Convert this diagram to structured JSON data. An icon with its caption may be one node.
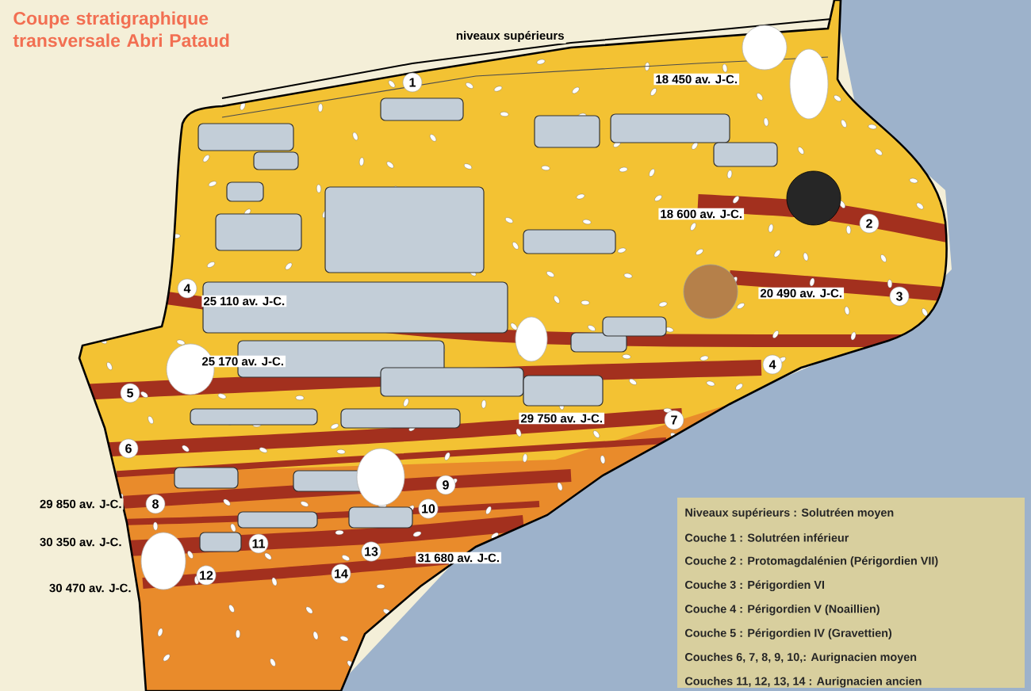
{
  "diagram": {
    "title": "Coupe stratigraphique transversale Abri Pataud",
    "nodes": [
      {
        "text": [
          "1"
        ]
      },
      {
        "text": [
          "2"
        ]
      },
      {
        "text": [
          "3"
        ]
      },
      {
        "text": [
          "4"
        ]
      },
      {
        "text": [
          "4"
        ]
      },
      {
        "text": [
          "5"
        ]
      },
      {
        "text": [
          "6"
        ]
      },
      {
        "text": [
          "7"
        ]
      },
      {
        "text": [
          "8"
        ]
      },
      {
        "text": [
          "9"
        ]
      },
      {
        "text": [
          "10"
        ]
      },
      {
        "text": [
          "11"
        ]
      },
      {
        "text": [
          "13"
        ]
      },
      {
        "text": [
          "12"
        ]
      },
      {
        "text": [
          "14"
        ]
      }
    ],
    "edges": [],
    "labels": [
      "niveaux supérieurs",
      "18 450 av. J-C.",
      "18 600 av. J-C.",
      "20 490 av. J-C.",
      "25 110 av. J-C.",
      "25 170 av. J-C.",
      "29 750 av. J-C.",
      "29 850 av. J-C.",
      "30 350 av. J-C.",
      "31 680 av. J-C.",
      "30 470 av. J-C.",
      "Niveaux supérieurs : Solutréen moyen",
      "Couche 1 : Solutréen inférieur",
      "Couche 2 : Protomagdalénien (Périgordien VII)",
      "Couche 3 : Périgordien VI",
      "Couche 4 : Périgordien V (Noaillien)",
      "Couche 5 : Périgordien IV (Gravettien)",
      "Couches 6, 7, 8, 9, 10,: Aurignacien moyen",
      "Couches 11, 12, 13, 14 : Aurignacien ancien"
    ]
  }
}
